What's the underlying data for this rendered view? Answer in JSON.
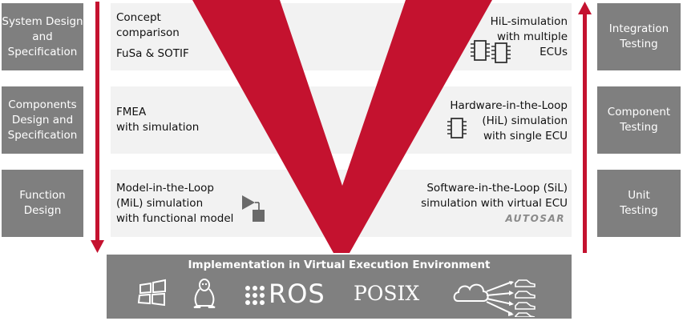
{
  "left_boxes": [
    {
      "label": "System Design and Specification"
    },
    {
      "label": "Components Design and Specification"
    },
    {
      "label": "Function Design"
    }
  ],
  "right_boxes": [
    {
      "label": "Integration Testing"
    },
    {
      "label": "Component Testing"
    },
    {
      "label": "Unit Testing"
    }
  ],
  "left_rows": [
    {
      "line1": "Concept",
      "line2": "comparison",
      "line3": "FuSa & SOTIF"
    },
    {
      "line1": "FMEA",
      "line2": "with simulation"
    },
    {
      "line1": "Model-in-the-Loop",
      "line2": "(MiL) simulation",
      "line3": "with functional model"
    }
  ],
  "right_rows": [
    {
      "line1": "HiL-simulation",
      "line2": "with multiple",
      "line3": "ECUs"
    },
    {
      "line1": "Hardware-in-the-Loop",
      "line2": "(HiL) simulation",
      "line3": "with single ECU"
    },
    {
      "line1": "Software-in-the-Loop (SiL)",
      "line2": "simulation with virtual ECU",
      "logo": "AUTOSAR"
    }
  ],
  "bottom": {
    "title": "Implementation in Virtual Execution Environment",
    "ros_label": "ROS",
    "posix_label": "POSIX"
  },
  "colors": {
    "accent": "#c4122f",
    "box": "#7f7f7f",
    "band": "#f2f2f2"
  }
}
